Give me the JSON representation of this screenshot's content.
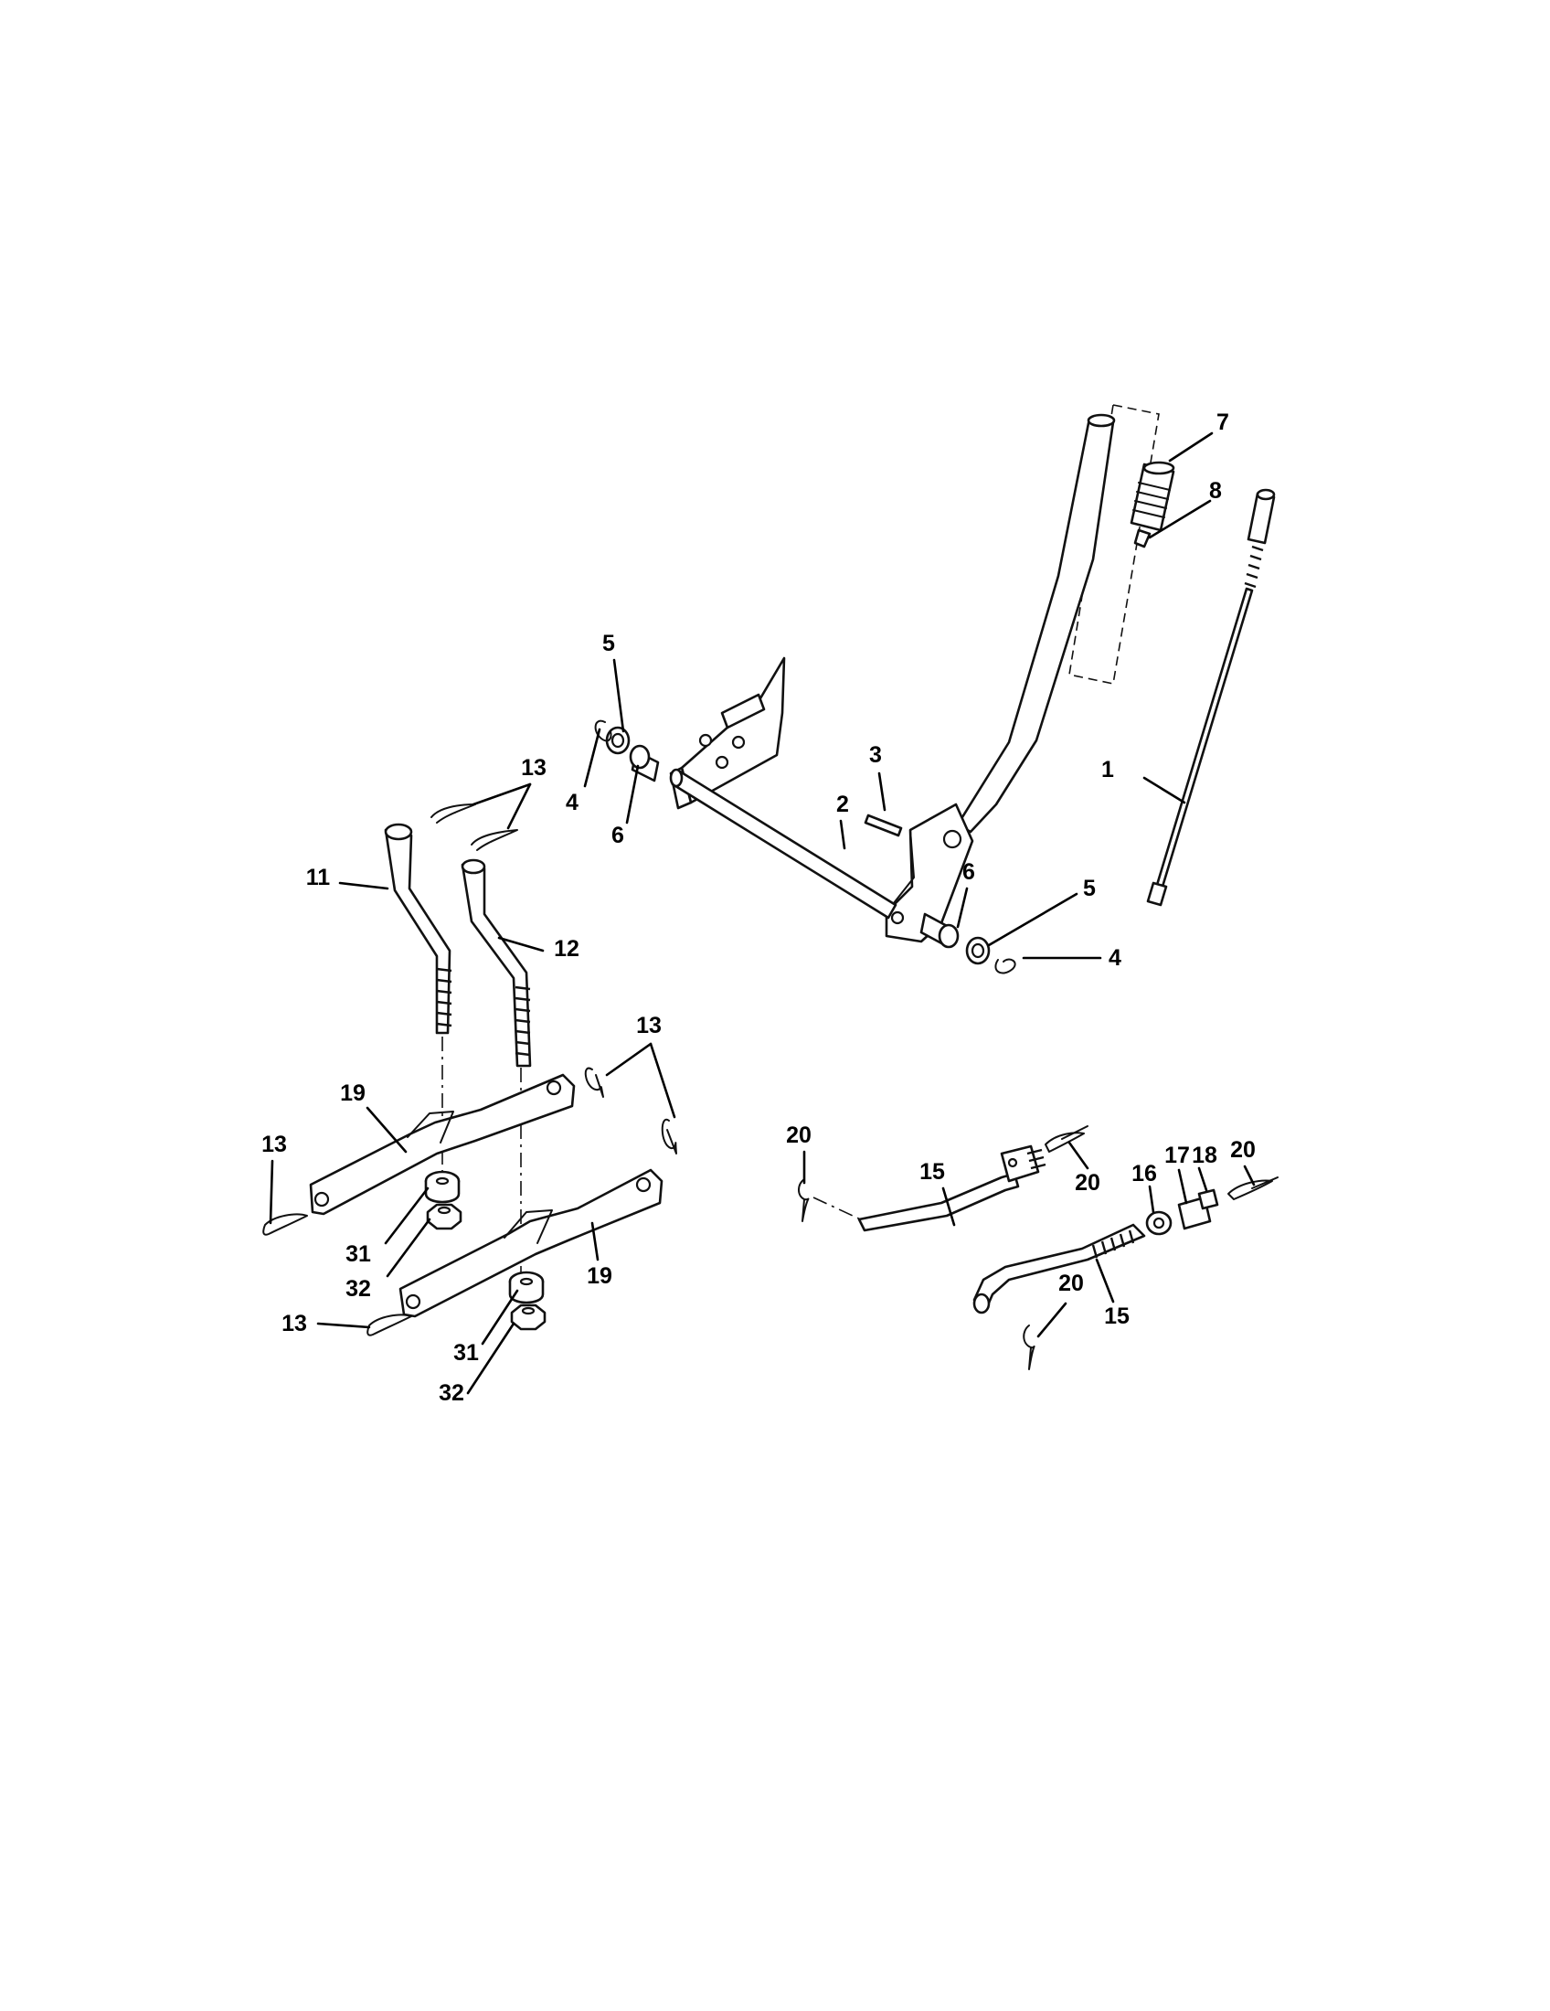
{
  "diagram": {
    "type": "exploded-parts-diagram",
    "callouts": {
      "c1": "1",
      "c2": "2",
      "c3": "3",
      "c4a": "4",
      "c4b": "4",
      "c5a": "5",
      "c5b": "5",
      "c6a": "6",
      "c6b": "6",
      "c7": "7",
      "c8": "8",
      "c11": "11",
      "c12": "12",
      "c13a": "13",
      "c13b": "13",
      "c13c": "13",
      "c13d": "13",
      "c15a": "15",
      "c15b": "15",
      "c16": "16",
      "c17": "17",
      "c18": "18",
      "c19a": "19",
      "c19b": "19",
      "c20a": "20",
      "c20b": "20",
      "c20c": "20",
      "c20d": "20",
      "c31a": "31",
      "c31b": "31",
      "c32a": "32",
      "c32b": "32"
    }
  }
}
